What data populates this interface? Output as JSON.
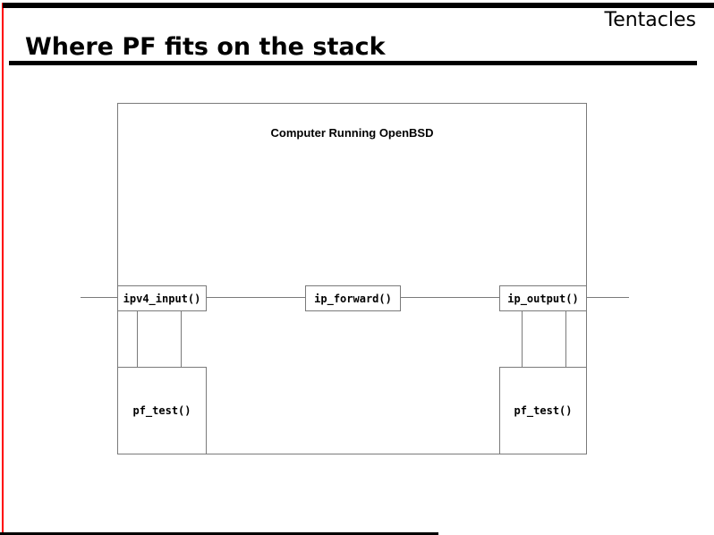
{
  "slide": {
    "brand": "Tentacles",
    "title": "Where PF fits on the stack",
    "colors": {
      "accent_red": "#ff0000",
      "bar_black": "#000000",
      "diagram_line_gray": "#7a7a7a"
    }
  },
  "diagram": {
    "container_label": "Computer Running OpenBSD",
    "nodes": {
      "ipv4_input": {
        "label": "ipv4_input()"
      },
      "ip_forward": {
        "label": "ip_forward()"
      },
      "ip_output": {
        "label": "ip_output()"
      },
      "pf_test_left": {
        "label": "pf_test()"
      },
      "pf_test_right": {
        "label": "pf_test()"
      }
    }
  }
}
